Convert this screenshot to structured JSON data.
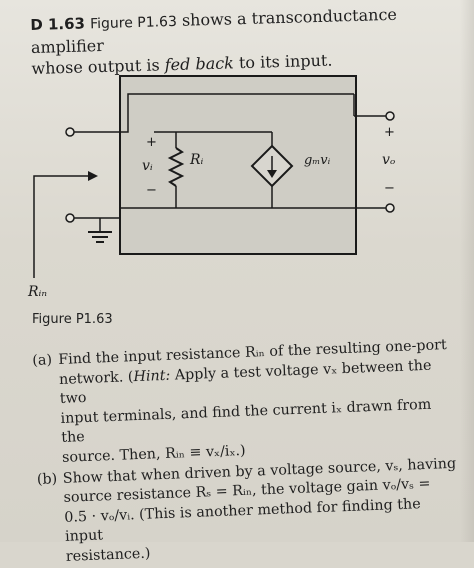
{
  "problem": {
    "number": "D 1.63",
    "figure_ref": "Figure P1.63",
    "intro_rest": " shows a transconductance amplifier",
    "line2_start": "whose output is ",
    "line2_italic": "fed back",
    "line2_end": " to its input."
  },
  "diagram": {
    "plus_in": "+",
    "minus_in": "−",
    "vi_label": "vᵢ",
    "ri_label": "Rᵢ",
    "gm_label": "gₘvᵢ",
    "plus_out": "+",
    "minus_out": "−",
    "vo_label": "vₒ",
    "rin_label": "Rᵢₙ"
  },
  "caption": "Figure P1.63",
  "questions": {
    "a": {
      "label": "(a)",
      "line1": "Find the input resistance Rᵢₙ of the resulting one-port",
      "line2a": "network. (",
      "line2b": "Hint:",
      "line2c": " Apply a test voltage vₓ between the two",
      "line3": "input terminals, and find the current iₓ drawn from the",
      "line4": "source. Then, Rᵢₙ ≡ vₓ/iₓ.)"
    },
    "b": {
      "label": "(b)",
      "line1": "Show that when driven by a voltage source, vₛ, having",
      "line2": "source resistance Rₛ = Rᵢₙ, the voltage gain vₒ/vₛ =",
      "line3": "0.5 · vₒ/vᵢ. (This is another method for finding the input",
      "line4": "resistance.)"
    }
  }
}
